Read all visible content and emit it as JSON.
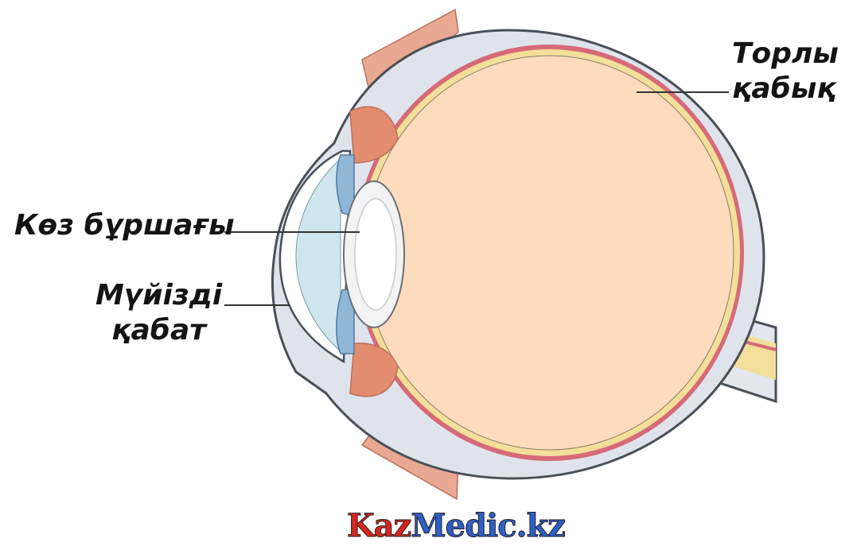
{
  "labels": {
    "retina": [
      "Торлы",
      "қабық"
    ],
    "lens": "Көз бұршағы",
    "cornea": [
      "Мүйізді",
      "қабат"
    ]
  },
  "watermark": {
    "part1": "Kaz",
    "part2": "Medic.kz"
  },
  "colors": {
    "sclera": "#dfe4ec",
    "sclera_outline": "#4a4f57",
    "choroid": "#d66a78",
    "retina": "#f3df9a",
    "vitreous": "#fcdcbc",
    "cornea_fluid": "#cfe6ee",
    "iris": "#8fb7d8",
    "ciliary_muscle": "#e48c70",
    "lens": "#f3f3f3",
    "eye_muscle": "#e9a892"
  }
}
